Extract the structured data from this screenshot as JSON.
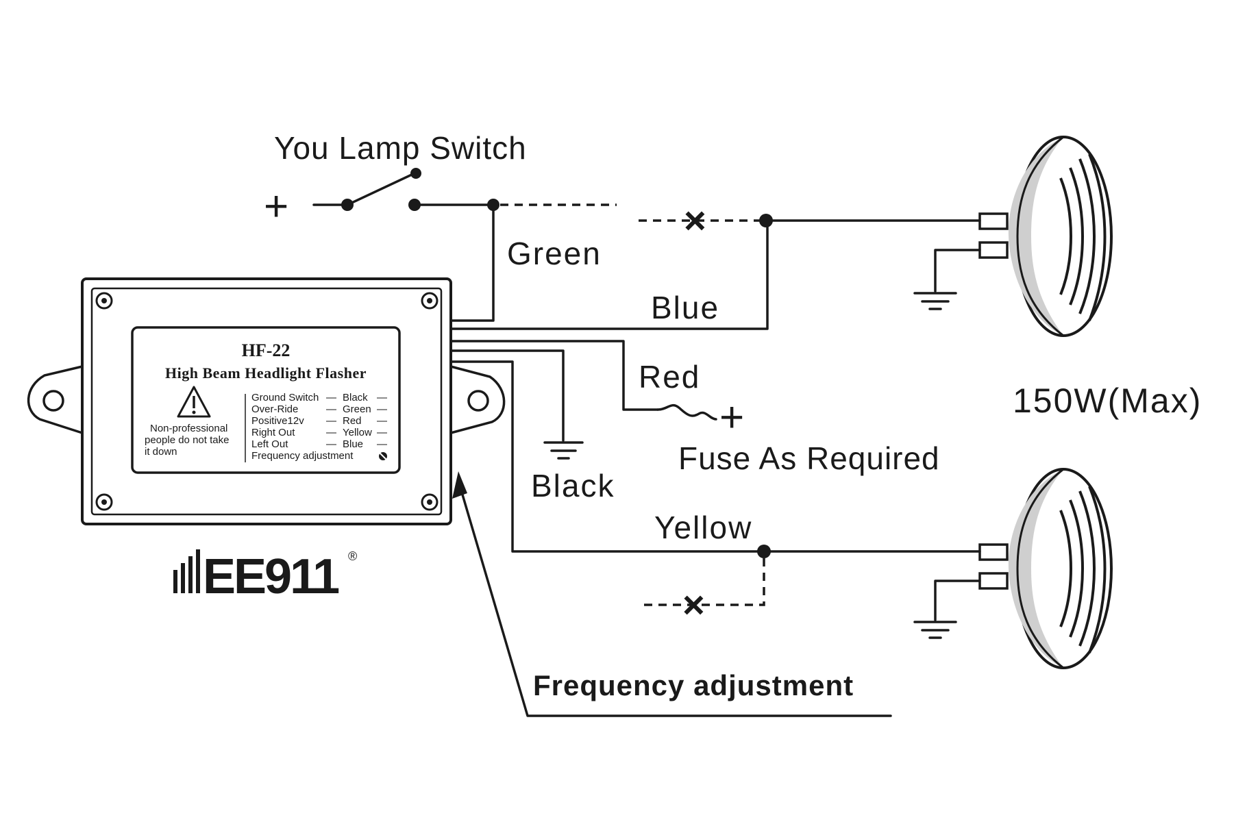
{
  "labels": {
    "switch": "You Lamp Switch",
    "plus_switch": "+",
    "plus_fuse": "+",
    "green": "Green",
    "blue": "Blue",
    "red": "Red",
    "fuse": "Fuse As Required",
    "black": "Black",
    "yellow": "Yellow",
    "max_power": "150W(Max)",
    "frequency": "Frequency adjustment",
    "cut_mark_top": "×",
    "cut_mark_bottom": "×"
  },
  "device": {
    "model": "HF-22",
    "name": "High Beam Headlight Flasher",
    "warning_line1": "Non-professional",
    "warning_line2": "people do not take",
    "warning_line3": "it down",
    "legend": [
      {
        "func": "Ground Switch",
        "dash": "—",
        "color": "Black",
        "end": "—"
      },
      {
        "func": "Over-Ride",
        "dash": "—",
        "color": "Green",
        "end": "—"
      },
      {
        "func": "Positive12v",
        "dash": "—",
        "color": "Red",
        "end": "—"
      },
      {
        "func": "Right Out",
        "dash": "—",
        "color": "Yellow",
        "end": "—"
      },
      {
        "func": "Left Out",
        "dash": "—",
        "color": "Blue",
        "end": "—"
      }
    ],
    "legend_last": "Frequency adjustment"
  },
  "brand": {
    "logo": "EE911",
    "registered": "®"
  },
  "colors": {
    "ink": "#1a1a1a",
    "background": "#ffffff",
    "lamp_shade": "#cfcfcf"
  }
}
